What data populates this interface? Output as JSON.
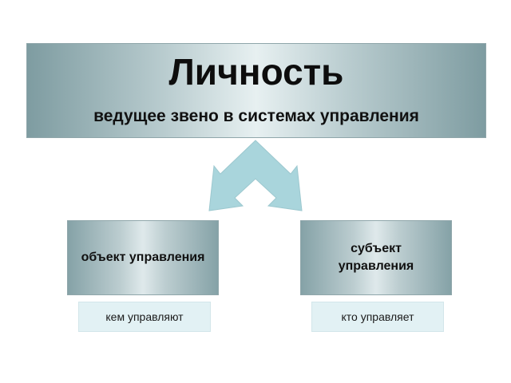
{
  "header": {
    "title": "Личность",
    "subtitle": "ведущее звено в системах управления"
  },
  "roles": {
    "object": {
      "label": "объект управления",
      "note": "кем управляют"
    },
    "subject": {
      "label": "субъект управления",
      "note": "кто управляет"
    }
  },
  "colors": {
    "box_edge": "#7e9ca1",
    "box_center": "#e7f0f1",
    "arrow": "#a9d5dc",
    "note_bg": "#e2f1f4"
  },
  "icons": {
    "connector": "double-diagonal-arrow-icon"
  }
}
